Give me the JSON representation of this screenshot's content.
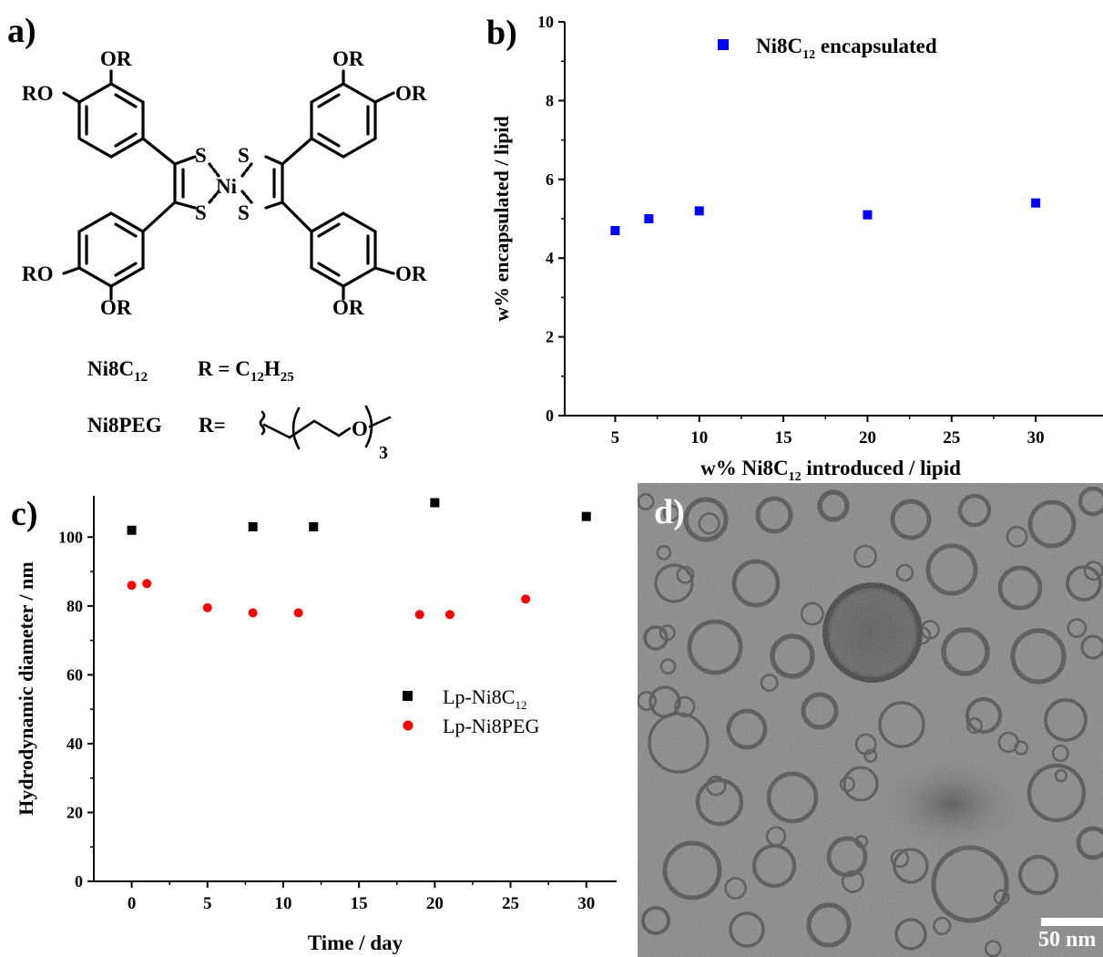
{
  "panel_a": {
    "label": "a)",
    "substituent_or": "OR",
    "substituent_ro": "RO",
    "atom_s": "S",
    "atom_ni": "Ni",
    "compound1_name": "Ni8C",
    "compound1_name_sub": "12",
    "compound1_r_prefix": "R = C",
    "compound1_r_sub1": "12",
    "compound1_r_mid": "H",
    "compound1_r_sub2": "25",
    "compound2_name": "Ni8PEG",
    "compound2_r": "R=",
    "peg_o": "O",
    "peg_n": "3"
  },
  "panel_b": {
    "label": "b)",
    "legend_main": "Ni8C",
    "legend_sub": "12",
    "legend_rest": " encapsulated"
  },
  "panel_c": {
    "label": "c)",
    "legend1_main": "Lp-Ni8C",
    "legend1_sub": "12",
    "legend2": "Lp-Ni8PEG"
  },
  "panel_d": {
    "label": "d)",
    "scale_bar": "50 nm"
  },
  "chart_data": [
    {
      "type": "scatter",
      "panel": "b",
      "xlabel_main": "w% Ni8C",
      "xlabel_sub": "12",
      "xlabel_rest": " introduced / lipid",
      "ylabel": "w% encapsulated / lipid",
      "xlim": [
        2,
        34
      ],
      "ylim": [
        0,
        10
      ],
      "xticks": [
        5,
        10,
        15,
        20,
        25,
        30
      ],
      "yticks": [
        0,
        2,
        4,
        6,
        8,
        10
      ],
      "legend_position": "top",
      "grid": false,
      "series": [
        {
          "name": "Ni8C12 encapsulated",
          "color": "#0000ff",
          "marker": "square",
          "x": [
            5,
            7,
            10,
            20,
            30
          ],
          "y": [
            4.7,
            5.0,
            5.2,
            5.1,
            5.4
          ]
        }
      ]
    },
    {
      "type": "scatter",
      "panel": "c",
      "xlabel": "Time / day",
      "ylabel": "Hydrodynamic diameter / nm",
      "xlim": [
        -2.5,
        32
      ],
      "ylim": [
        0,
        112
      ],
      "xticks": [
        0,
        5,
        10,
        15,
        20,
        25,
        30
      ],
      "yticks": [
        0,
        20,
        40,
        60,
        80,
        100
      ],
      "legend_position": "center-right",
      "grid": false,
      "series": [
        {
          "name": "Lp-Ni8C12",
          "color": "#000000",
          "marker": "square",
          "x": [
            0,
            8,
            12,
            20,
            30
          ],
          "y": [
            102,
            103,
            103,
            110,
            106
          ]
        },
        {
          "name": "Lp-Ni8PEG",
          "color": "#ff0000",
          "marker": "circle",
          "x": [
            0,
            1,
            5,
            8,
            11,
            19,
            21,
            26
          ],
          "y": [
            86,
            86.5,
            79.5,
            78,
            78,
            77.5,
            77.5,
            82
          ]
        }
      ]
    }
  ]
}
